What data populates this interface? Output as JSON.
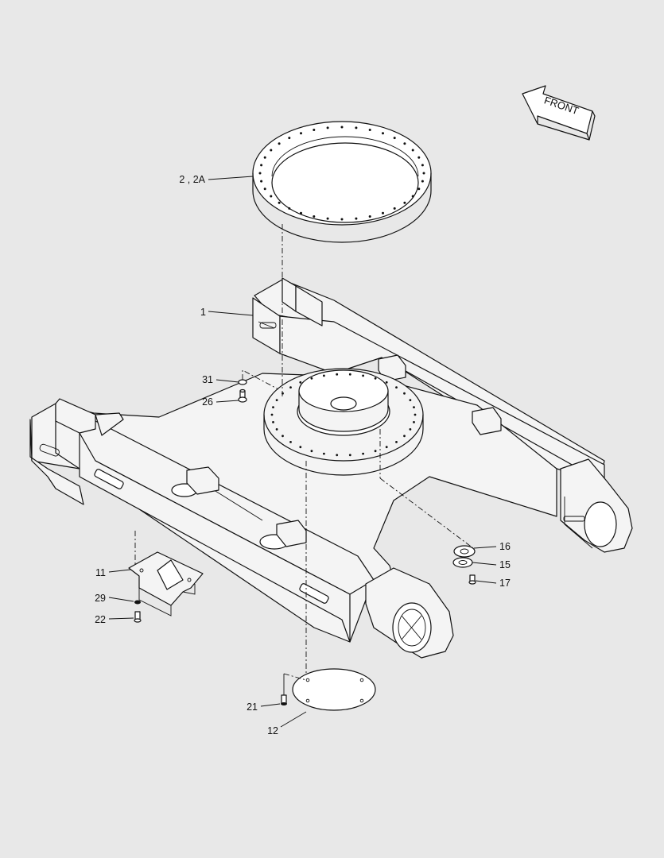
{
  "orientation_arrow": {
    "text": "FRONT"
  },
  "callouts": {
    "p2": "2 , 2A",
    "p1": "1",
    "p31": "31",
    "p26": "26",
    "p16": "16",
    "p15": "15",
    "p17": "17",
    "p11": "11",
    "p29": "29",
    "p22": "22",
    "p21": "21",
    "p12": "12"
  }
}
